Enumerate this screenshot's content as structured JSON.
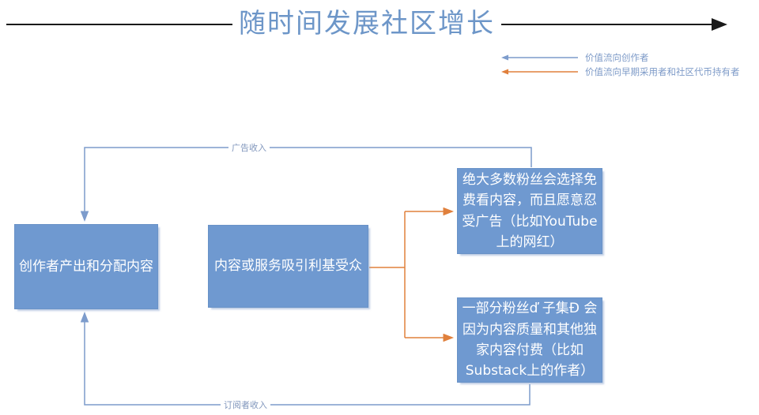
{
  "title": "随时间发展社区增长",
  "legend": {
    "items": [
      {
        "label": "价值流向创作者",
        "color": "#7D9CCC"
      },
      {
        "label": "价值流向早期采用者和社区代币持有者",
        "color": "#E0803C"
      }
    ]
  },
  "nodes": {
    "creator": "创作者产出和分配内容",
    "content": "内容或服务吸引利基受众",
    "free_fans": "绝大多数粉丝会选择免费看内容，而且愿意忍受广告（比如YouTube上的网红）",
    "paying_fans": "一部分粉丝ď 子集Đ 会因为内容质量和其他独家内容付费（比如Substack上的作者）"
  },
  "edges": {
    "ad_revenue_label": "广告收入",
    "subscriber_revenue_label": "订阅者收入"
  },
  "colors": {
    "node_fill": "#6F99D0",
    "node_text": "#ffffff",
    "blue_arrow": "#7D9CCC",
    "orange_arrow": "#E0803C",
    "title_text": "#6D96C8",
    "timeline_line": "#1A1A1A",
    "edge_label_text": "#8096BC"
  }
}
